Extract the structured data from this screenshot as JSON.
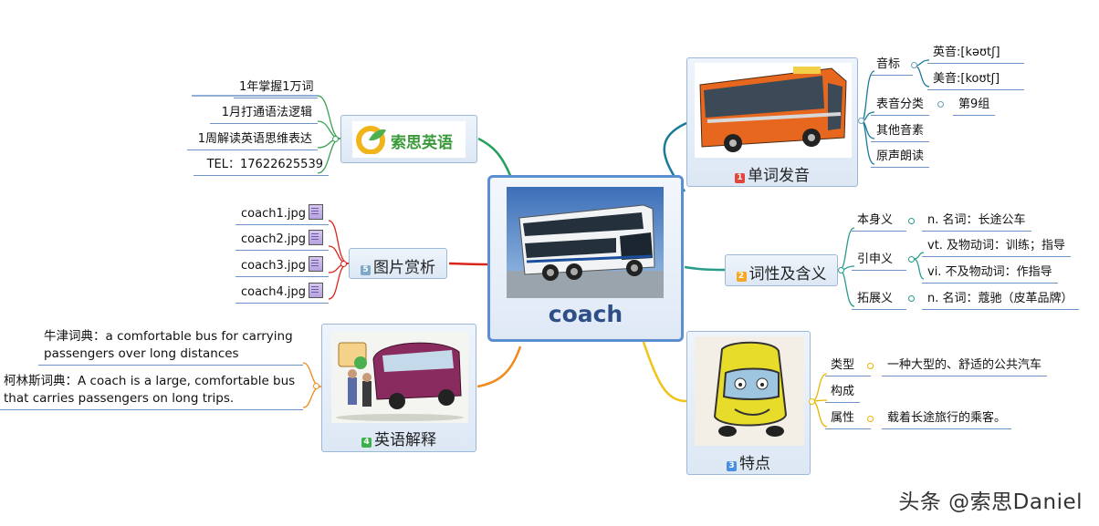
{
  "central": {
    "title": "coach"
  },
  "brand": {
    "logo_text": "索思英语"
  },
  "brand_items": [
    "1年掌握1万词",
    "1月打通语法逻辑",
    "1周解读英语思维表达",
    "TEL：17622625539"
  ],
  "images": {
    "badge": "5",
    "label": "图片赏析",
    "files": [
      "coach1.jpg",
      "coach2.jpg",
      "coach3.jpg",
      "coach4.jpg"
    ]
  },
  "english": {
    "badge": "4",
    "label": "英语解释",
    "oxford": [
      "牛津词典：a comfortable bus for carrying",
      "passengers over long distances"
    ],
    "collins": [
      "柯林斯词典：A coach is a large, comfortable bus",
      "that carries passengers on long trips."
    ]
  },
  "pron": {
    "badge": "1",
    "label": "单词发音",
    "phonetic_label": "音标",
    "uk": "英音:[kəʊtʃ]",
    "us": "美音:[koʊtʃ]",
    "class_label": "表音分类",
    "class_value": "第9组",
    "other": "其他音素",
    "audio": "原声朗读"
  },
  "pos": {
    "badge": "2",
    "label": "词性及含义",
    "base_label": "本身义",
    "base_value": "n. 名词：长途公车",
    "ext_label": "引申义",
    "ext_vt": "vt. 及物动词：训练；指导",
    "ext_vi": "vi. 不及物动词：作指导",
    "expand_label": "拓展义",
    "expand_value": "n. 名词：蔻驰（皮革品牌）"
  },
  "features": {
    "badge": "3",
    "label": "特点",
    "type_label": "类型",
    "type_value": "一种大型的、舒适的公共汽车",
    "composition_label": "构成",
    "attr_label": "属性",
    "attr_value": "载着长途旅行的乘客。"
  },
  "watermark": "头条 @索思Daniel",
  "colors": {
    "badge1": "#e0463a",
    "badge2": "#f5a623",
    "badge3": "#4a8fe0",
    "badge4": "#3cb04a",
    "badge5": "#7fa9c9",
    "central_border": "#5b8fd1",
    "central_title": "#2e4f86"
  }
}
